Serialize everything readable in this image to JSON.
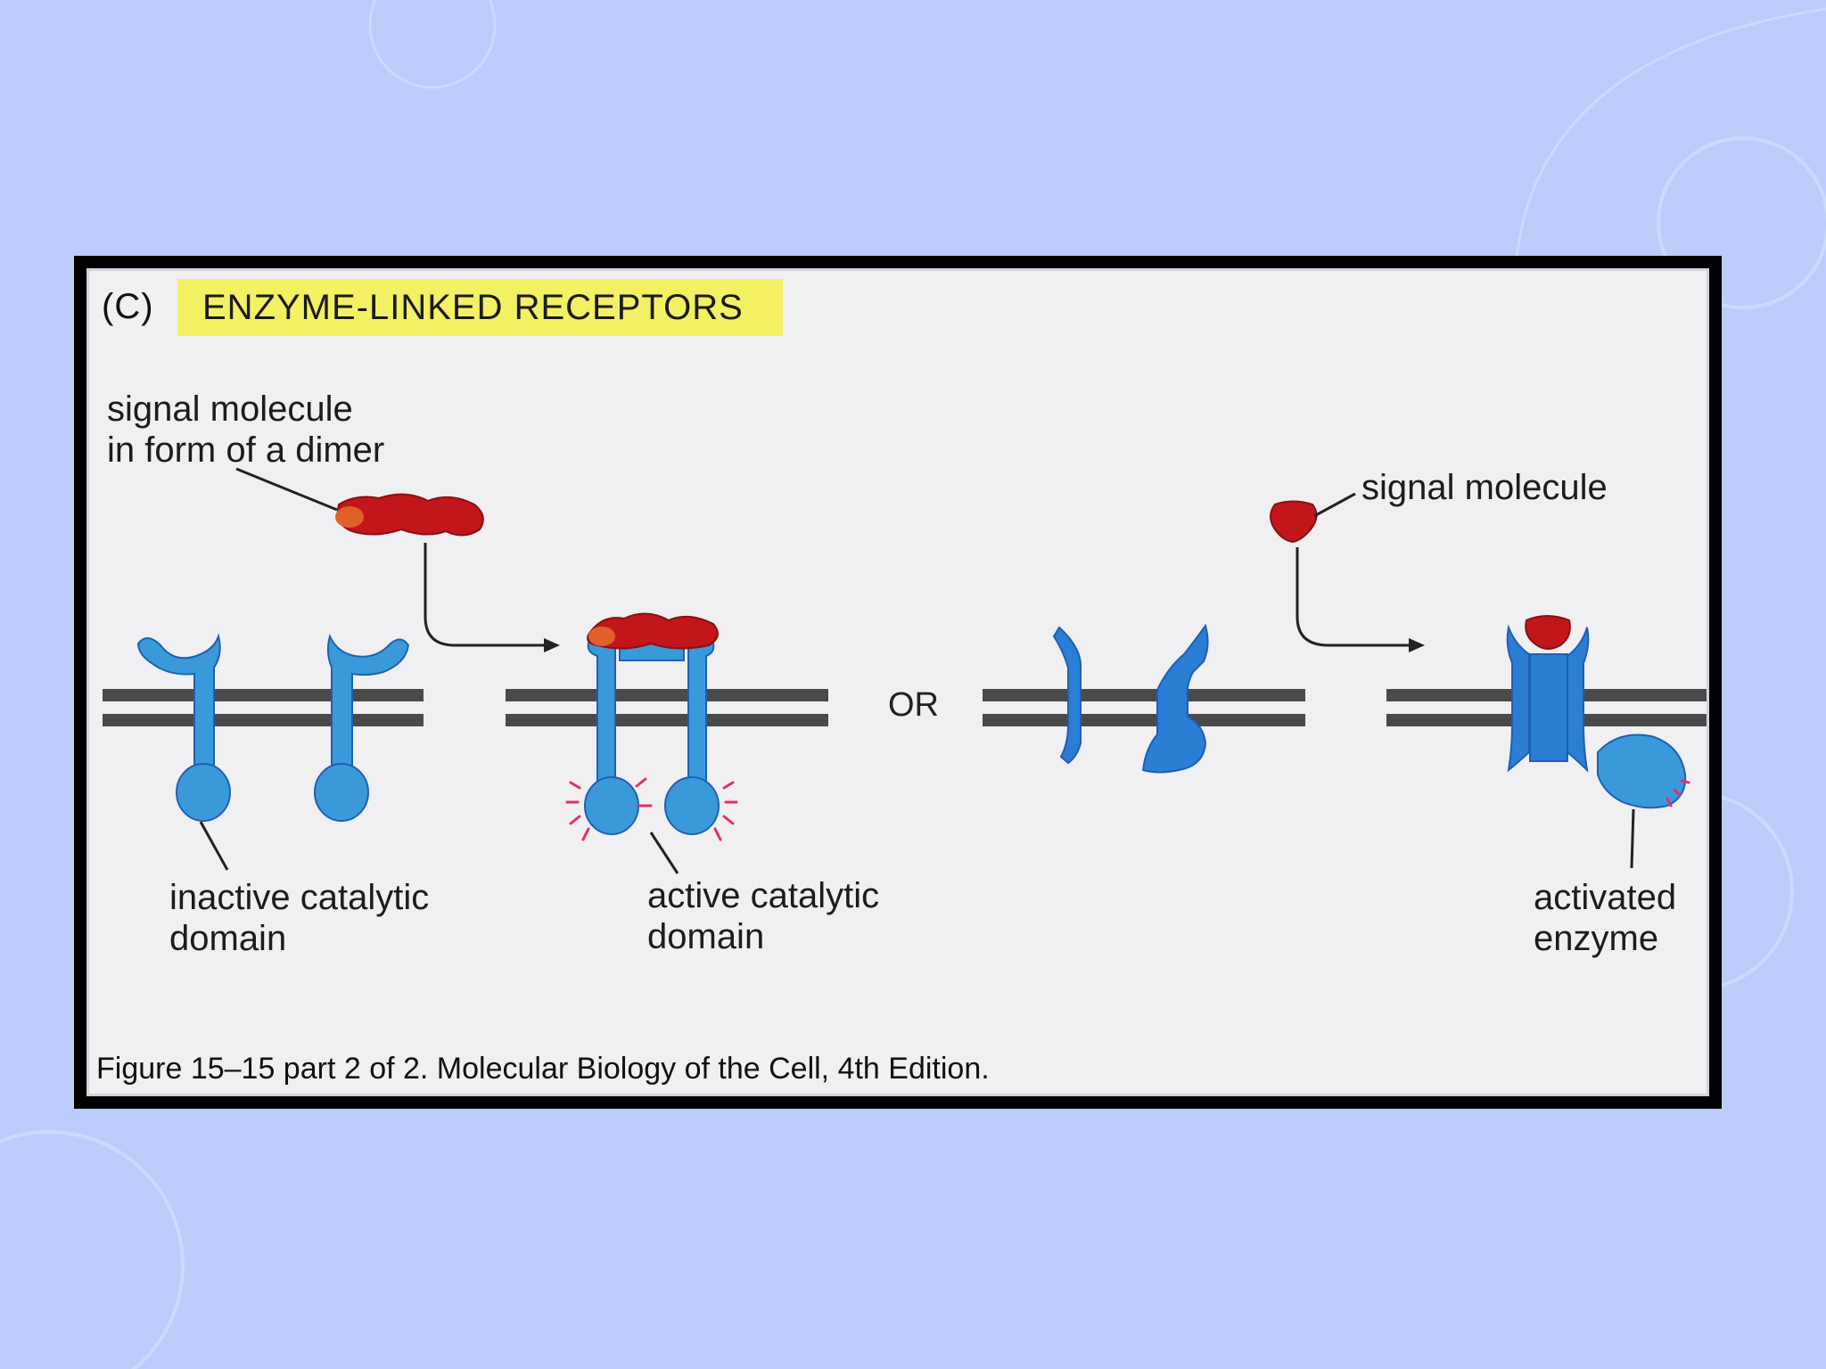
{
  "figure": {
    "panel_letter": "(C)",
    "panel_title": "ENZYME-LINKED  RECEPTORS",
    "labels": {
      "signal_dimer_line1": "signal molecule",
      "signal_dimer_line2": "in form of a dimer",
      "signal_molecule": "signal molecule",
      "inactive_line1": "inactive catalytic",
      "inactive_line2": "domain",
      "active_line1": "active catalytic",
      "active_line2": "domain",
      "activated_line1": "activated",
      "activated_line2": "enzyme",
      "or": "OR"
    },
    "caption": "Figure 15–15 part 2 of 2. Molecular Biology of the Cell, 4th Edition."
  },
  "colors": {
    "background": "#bccdfb",
    "receptor": "#3a9ad9",
    "receptor_dark": "#1e5fb4",
    "signal": "#c3161a",
    "membrane": "#4a4a4a",
    "highlight": "#f4f063"
  }
}
